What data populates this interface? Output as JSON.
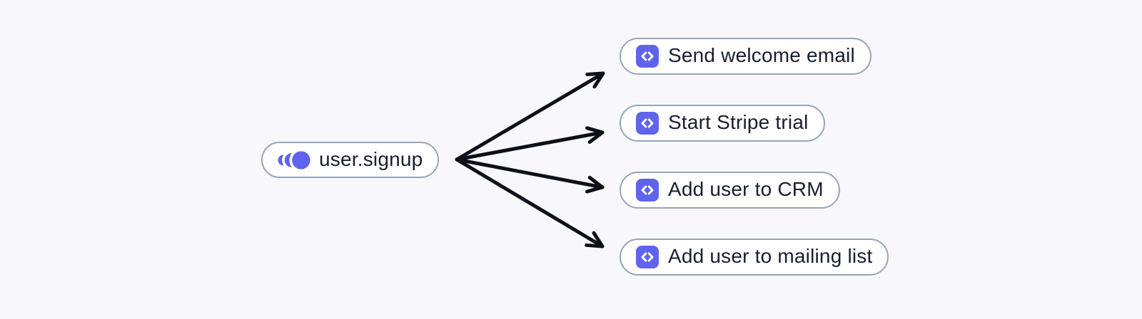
{
  "page": {
    "background": "#f8f8fc"
  },
  "colors": {
    "accent": "#6063eb",
    "node_fill": "#ffffff",
    "node_border": "#97a5b8",
    "text": "#171e2e",
    "arrow": "#0c1018"
  },
  "diagram": {
    "source": {
      "label": "user.signup",
      "icon": "event-pulse-icon"
    },
    "targets": [
      {
        "label": "Send welcome email",
        "icon": "code-icon"
      },
      {
        "label": "Start Stripe trial",
        "icon": "code-icon"
      },
      {
        "label": "Add user to CRM",
        "icon": "code-icon"
      },
      {
        "label": "Add user to mailing list",
        "icon": "code-icon"
      }
    ],
    "edges": [
      {
        "from": "user.signup",
        "to": "Send welcome email"
      },
      {
        "from": "user.signup",
        "to": "Start Stripe trial"
      },
      {
        "from": "user.signup",
        "to": "Add user to CRM"
      },
      {
        "from": "user.signup",
        "to": "Add user to mailing list"
      }
    ]
  }
}
